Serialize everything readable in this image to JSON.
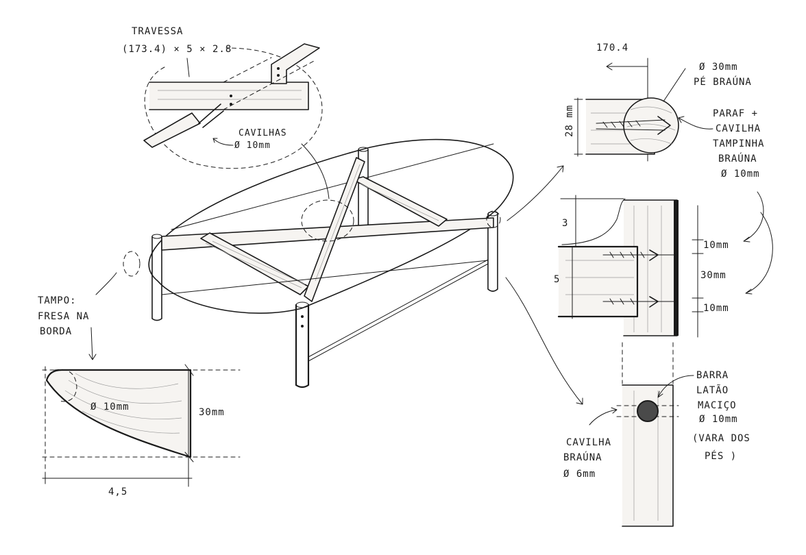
{
  "labels": {
    "travessa_title": "TRAVESSA",
    "travessa_dims": "(173.4) × 5 × 2.8",
    "cavilhas_title": "CAVILHAS",
    "cavilhas_dim": "Ø 10mm",
    "top_dim": "170.4",
    "pe_dim": "Ø 30mm",
    "pe_material": "PÉ BRAÚNA",
    "leg_side_dim": "28 mm",
    "paraf_line1": "PARAF +",
    "paraf_line2": "CAVILHA",
    "paraf_line3": "TAMPINHA",
    "paraf_line4": "BRAÚNA",
    "paraf_line5": "Ø 10mm",
    "dim_3": "3",
    "dim_5": "5",
    "dim_10_top": "10mm",
    "dim_30": "30mm",
    "dim_10_bottom": "10mm",
    "tampo_line1": "TAMPO:",
    "tampo_line2": "FRESA NA",
    "tampo_line3": "BORDA",
    "profile_radius": "Ø 10mm",
    "profile_height": "30mm",
    "profile_width": "4,5",
    "barra_line1": "BARRA",
    "barra_line2": "LATÃO",
    "barra_line3": "MACIÇO",
    "barra_line4": "Ø 10mm",
    "barra_line5": "(VARA DOS",
    "barra_line6": "PÉS )",
    "cavilha_b_line1": "CAVILHA",
    "cavilha_b_line2": "BRAÚNA",
    "cavilha_b_line3": "Ø 6mm"
  },
  "colors": {
    "ink": "#1a1a1a",
    "paper": "#ffffff",
    "hatch": "#9a9a9a"
  }
}
